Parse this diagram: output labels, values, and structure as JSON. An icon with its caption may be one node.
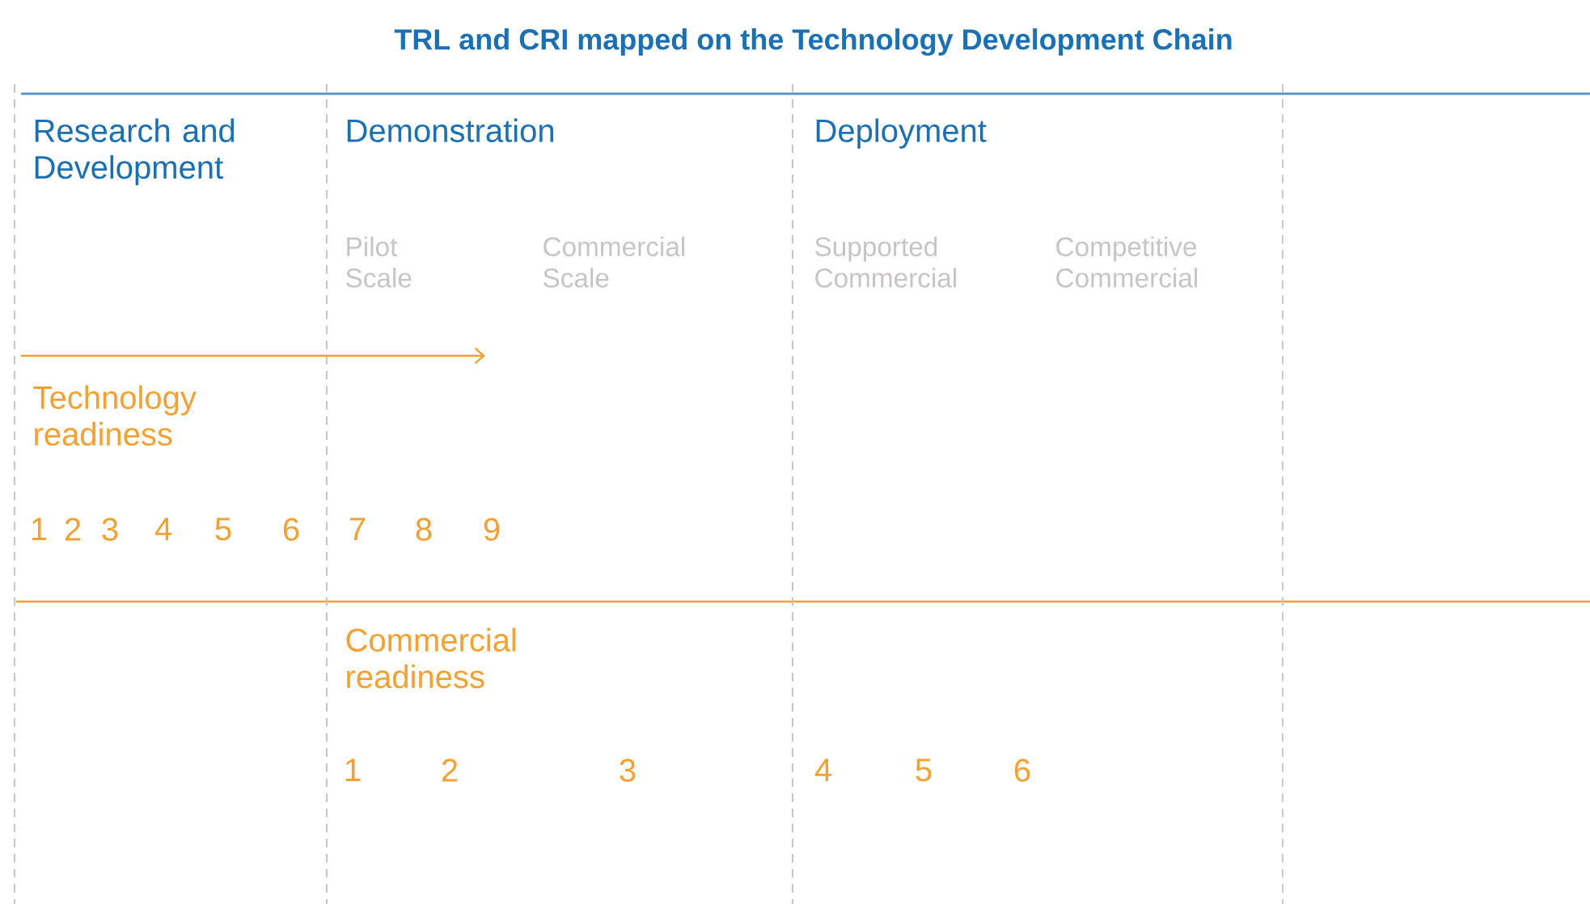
{
  "diagram": {
    "title": "TRL and CRI mapped on the Technology Development Chain",
    "labels": [
      "Research and Development",
      "Demonstration",
      "Deployment",
      "Pilot Scale",
      "Commercial Scale",
      "Supported Commercial",
      "Competitive Commercial",
      "Technology readiness",
      "1",
      "2",
      "3",
      "4",
      "5",
      "6",
      "7",
      "8",
      "9",
      "Commercial readiness",
      "1",
      "2",
      "3",
      "4",
      "5",
      "6"
    ]
  }
}
